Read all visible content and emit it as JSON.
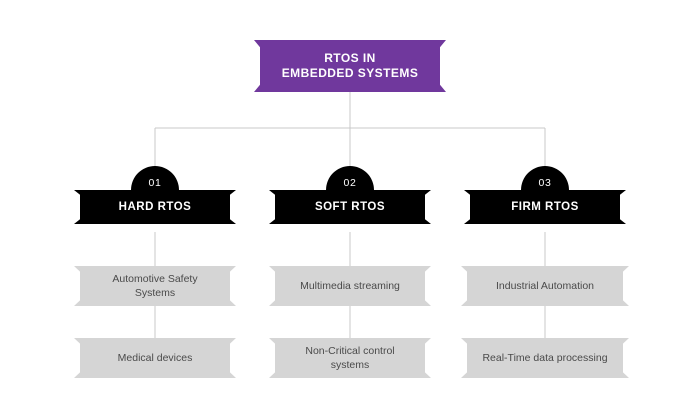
{
  "diagram": {
    "title": "RTOS IN\nEMBEDDED SYSTEMS",
    "background_color": "#ffffff",
    "accent_color": "#70389d",
    "branch_color": "#000000",
    "leaf_color": "#d5d5d5",
    "connector_color": "#c8c8c8",
    "branches": [
      {
        "number": "01",
        "label": "HARD RTOS",
        "leaves": [
          {
            "label": "Automotive Safety\nSystems"
          },
          {
            "label": "Medical devices"
          }
        ]
      },
      {
        "number": "02",
        "label": "SOFT RTOS",
        "leaves": [
          {
            "label": "Multimedia streaming"
          },
          {
            "label": "Non-Critical control\nsystems"
          }
        ]
      },
      {
        "number": "03",
        "label": "FIRM RTOS",
        "leaves": [
          {
            "label": "Industrial Automation"
          },
          {
            "label": "Real-Time data processing"
          }
        ]
      }
    ]
  }
}
